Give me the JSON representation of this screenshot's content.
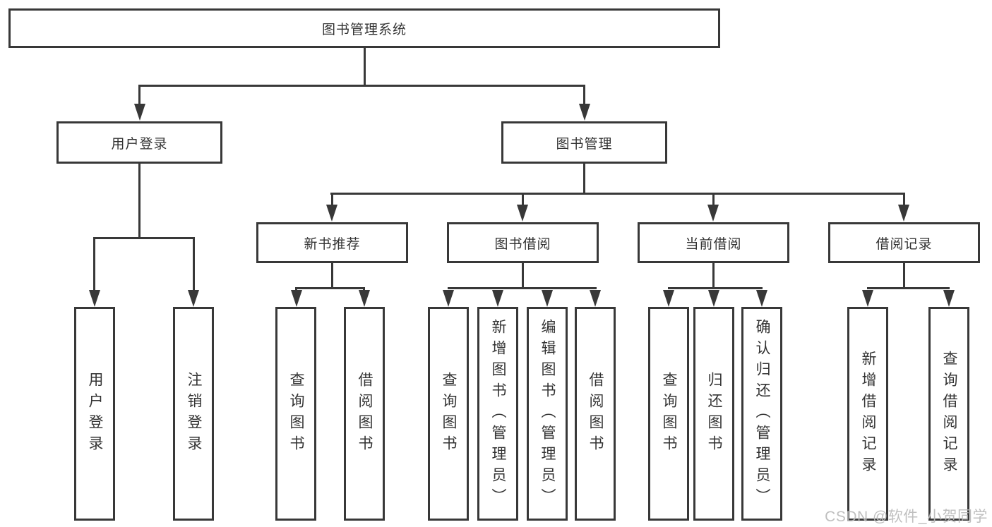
{
  "colors": {
    "line": "#383838",
    "text": "#333333",
    "watermark": "#bababa",
    "background": "#ffffff"
  },
  "watermark": {
    "text": "CSDN @软件_小贺同学"
  },
  "tree": {
    "root": {
      "label": "图书管理系统"
    },
    "branches": [
      {
        "label": "用户登录",
        "children": [
          {
            "label": "用户登录"
          },
          {
            "label": "注销登录"
          }
        ]
      },
      {
        "label": "图书管理",
        "children": [
          {
            "label": "新书推荐",
            "children": [
              {
                "label": "查询图书"
              },
              {
                "label": "借阅图书"
              }
            ]
          },
          {
            "label": "图书借阅",
            "children": [
              {
                "label": "查询图书"
              },
              {
                "label": "新增图书（管理员）"
              },
              {
                "label": "编辑图书（管理员）"
              },
              {
                "label": "借阅图书"
              }
            ]
          },
          {
            "label": "当前借阅",
            "children": [
              {
                "label": "查询图书"
              },
              {
                "label": "归还图书"
              },
              {
                "label": "确认归还（管理员）"
              }
            ]
          },
          {
            "label": "借阅记录",
            "children": [
              {
                "label": "新增借阅记录"
              },
              {
                "label": "查询借阅记录"
              }
            ]
          }
        ]
      }
    ]
  }
}
